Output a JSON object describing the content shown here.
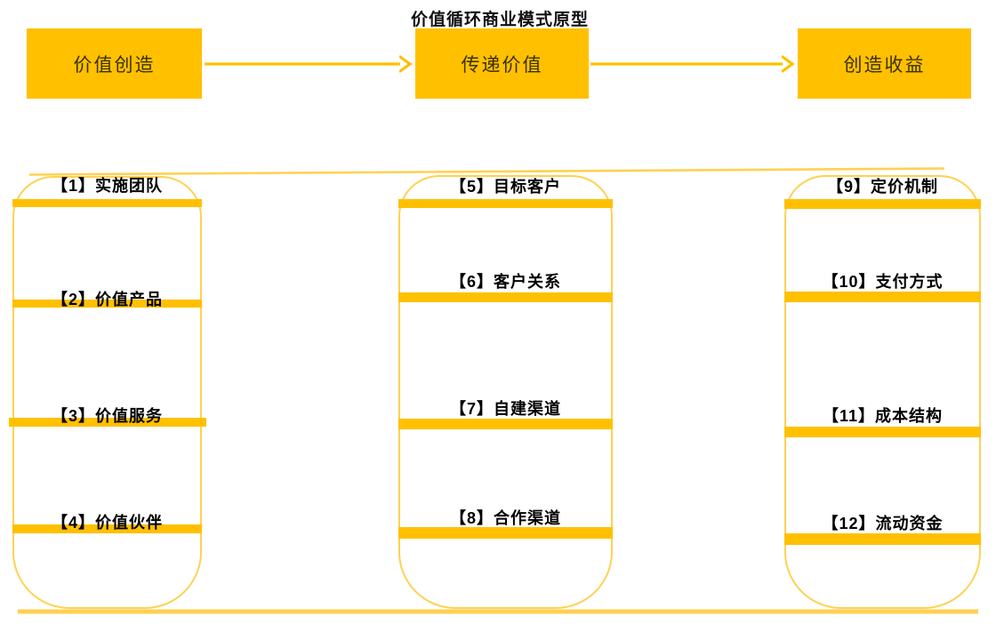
{
  "title": "价值循环商业模式原型",
  "flow": {
    "nodes": [
      {
        "label": "价值创造"
      },
      {
        "label": "传递价值"
      },
      {
        "label": "创造收益"
      }
    ]
  },
  "columns": [
    {
      "items": [
        {
          "label": "【1】实施团队"
        },
        {
          "label": "【2】价值产品"
        },
        {
          "label": "【3】价值服务"
        },
        {
          "label": "【4】价值伙伴"
        }
      ]
    },
    {
      "items": [
        {
          "label": "【5】目标客户"
        },
        {
          "label": "【6】客户关系"
        },
        {
          "label": "【7】自建渠道"
        },
        {
          "label": "【8】合作渠道"
        }
      ]
    },
    {
      "items": [
        {
          "label": "【9】定价机制"
        },
        {
          "label": "【10】支付方式"
        },
        {
          "label": "【11】成本结构"
        },
        {
          "label": "【12】流动资金"
        }
      ]
    }
  ],
  "colors": {
    "gold": "#FFC000",
    "light_gold_border": "#FFD152",
    "node_text": "#3A3000",
    "title_text": "#111111",
    "item_text": "#000000"
  }
}
